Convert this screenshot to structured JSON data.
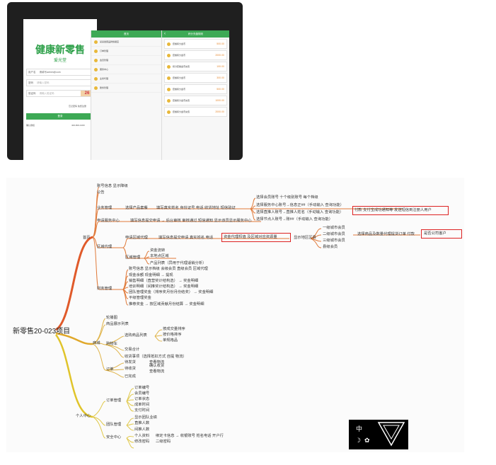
{
  "top_screen": {
    "window_dots": [
      "#e84a4a",
      "#f0b23a",
      "#46b54e"
    ],
    "login": {
      "title": "健康新零售",
      "subtitle": "爱光堂",
      "username_label": "用户名",
      "username_value": "请填写admin@com",
      "password_label": "密码",
      "password_placeholder": "请输入密码",
      "captcha_label": "验证码",
      "captcha_placeholder": "请输入验证码",
      "captcha_text": "26",
      "links": "忘记密码  免费注册",
      "submit": "登录",
      "footer_left": "确认授权",
      "footer_right": "400-800-1000"
    },
    "menu_panel": {
      "title": "首页",
      "items": [
        "某某健康品牌旗舰店",
        "订单管理",
        "会员管理",
        "服务中心",
        "业务代理",
        "账务管理"
      ]
    },
    "recharge_panel": {
      "title": "积分充值规则",
      "back_icon": "chevron-left-icon",
      "items": [
        {
          "label": "套餐积分金币",
          "amount": "500.00"
        },
        {
          "label": "套餐积分金币",
          "amount": "2000.00"
        },
        {
          "label": "积分套餐金币充值",
          "amount": "100.00"
        },
        {
          "label": "套餐积分金币",
          "amount": "300.00"
        },
        {
          "label": "套餐积分金币",
          "amount": "500.00"
        },
        {
          "label": "套餐积分金币充值",
          "amount": "1000.00"
        },
        {
          "label": "套餐积分金币充值",
          "amount": "2000.00"
        }
      ]
    }
  },
  "mindmap": {
    "root": "新零售20-023项目",
    "branch_colors": {
      "home": "#e05a2a",
      "mall": "#e0a82a",
      "personal": "#e0c42a"
    },
    "nodes": {
      "home": "首页",
      "account_info": "账号信息  显示降级",
      "announce": "公告",
      "business": "业务管理",
      "select_product": "选择产品套餐",
      "fill_info": "填写真实姓名  身份证号  电话  收货地址  短信验证",
      "opt1": "选择会员账号  十个级别账号  每个档级",
      "opt2": "选择服务中心账号→信息正##（手动输入  查询功能）",
      "opt3": "选择直推人账号→直推人姓名（手动输入  查询功能）",
      "pay_box": "付款  支付宝成功通知等  发送短信到注册人用户",
      "opt4": "选择节点人账号→账##（手动输入  查询功能）",
      "service_apply": "申请服务中心",
      "service_flow": "填写信息提交申请  →  后台审核  审核通过  短信通知  显示该员显示服务中心",
      "agent": "区域代理",
      "agent_apply": "申请区域代理",
      "agent_flow": "填写信息提交申请  真实姓名  电话",
      "agent_box": "资金代理权值  及区域对应资源量",
      "select_region": "显示地区区县",
      "province": "一级城市会员",
      "city": "二级城市会员",
      "district": "三级城市会员",
      "county": "县级会员",
      "agent_pay": "选择商品及数量代理提货订单  付款",
      "boss_box": "是否公司客户",
      "agent_mgmt": "区域管理",
      "funds_flow": "资金流转",
      "addr_list": "本地点区域",
      "product_list": "产品列表（异用于代理适销分析）",
      "finance": "财务管理",
      "fin1": "账号信息  显示档级  会级会员  直级会员  区域代理",
      "fin2": "现金余额  现金明细  →  提现",
      "fin3": "销售明细（直营奖计结构选）  →  奖金明细",
      "fin4": "培训明细（间推奖计结构选）  →  奖金明细",
      "fin5": "团队管理奖金（排序奖月份月份结奖）  →  奖金明细",
      "fin6": "平级管理奖金",
      "fin7": "推荐奖金  →  按区域贡献月份结算  →  奖金明细",
      "mall": "商城",
      "mall_home": "轮播图",
      "mall_cat": "商品展示列表",
      "cart": "购物车",
      "browse": "选购商品列表",
      "sort_sales": "按成交量排序",
      "sort_price": "按价格排序",
      "single_goods": "单规格品",
      "checkout": "交易合计",
      "receipt": "收货事项（选择抵扣方式  自提  物流）",
      "order": "订单",
      "pending_ship": "待发货",
      "check_logistics1": "查看物流",
      "pending_receive": "待收货",
      "confirm_receive": "确认收货",
      "check_logistics2": "查看物流",
      "completed": "已完成",
      "personal": "个人中心",
      "order_mgmt": "订单管理",
      "order_no": "订单编号",
      "member_no": "会员编号",
      "order_status": "订单状态",
      "order_time": "成单时间",
      "pay_time": "支付时间",
      "team": "团队管理",
      "team_members": "显示团队业绩",
      "direct": "直推人数",
      "indirect": "间推人数",
      "security": "安全中心",
      "profile": "个人资料",
      "bind_card": "绑定卡信息  →  收银账号  姓名电话  开户行",
      "change_pwd": "修改密码",
      "second_pwd": "二级密码"
    },
    "logo": {
      "char_top": "中",
      "char_moon": "☽",
      "char_flower": "✿"
    }
  }
}
